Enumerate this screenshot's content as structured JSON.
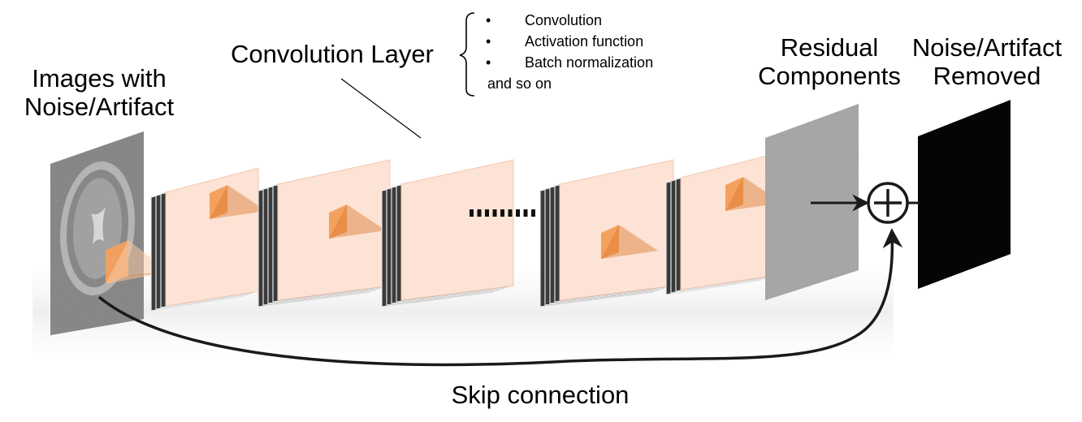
{
  "labels": {
    "input": [
      "Images with",
      "Noise/Artifact"
    ],
    "conv_layer": "Convolution Layer",
    "residual": [
      "Residual",
      "Components"
    ],
    "output": [
      "Noise/Artifact",
      "Removed"
    ],
    "skip": "Skip connection"
  },
  "conv_layer_details": {
    "items": [
      "Convolution",
      "Activation function",
      "Batch normalization"
    ],
    "tail": "and so on",
    "bullet": "•"
  },
  "colors": {
    "layer_face": "#fde3d5",
    "layer_edge": "#555555",
    "kernel_front": "#f4a15f",
    "kernel_side": "#d9782e",
    "arrow": "#1a1a1a"
  },
  "icons": {
    "sum": "circle-plus-icon"
  }
}
